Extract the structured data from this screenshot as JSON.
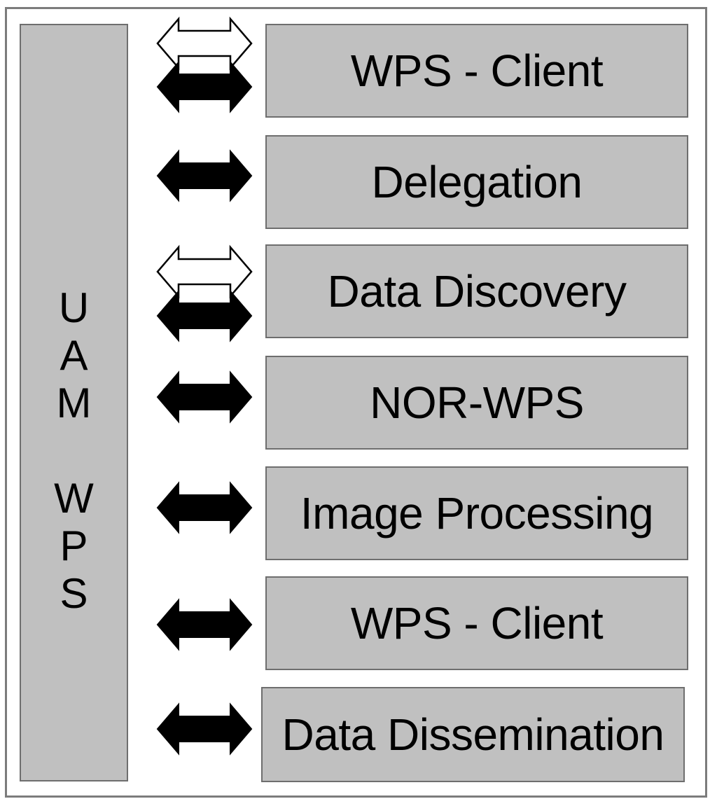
{
  "diagram": {
    "colors": {
      "box_fill": "#c0c0c0",
      "box_border": "#6e6e6e",
      "frame_border": "#7c7c7c",
      "arrow_solid": "#000000",
      "arrow_outline": "#ffffff"
    },
    "uam_wps": {
      "label": "U\nA\nM\n\nW\nP\nS"
    },
    "components": [
      {
        "label": "WPS - Client",
        "arrows": [
          "outline",
          "solid"
        ]
      },
      {
        "label": "Delegation",
        "arrows": [
          "solid"
        ]
      },
      {
        "label": "Data Discovery",
        "arrows": [
          "outline",
          "solid"
        ]
      },
      {
        "label": "NOR-WPS",
        "arrows": [
          "solid"
        ]
      },
      {
        "label": "Image Processing",
        "arrows": [
          "solid"
        ]
      },
      {
        "label": "WPS - Client",
        "arrows": [
          "solid"
        ]
      },
      {
        "label": "Data Dissemination",
        "arrows": [
          "solid"
        ]
      }
    ]
  }
}
